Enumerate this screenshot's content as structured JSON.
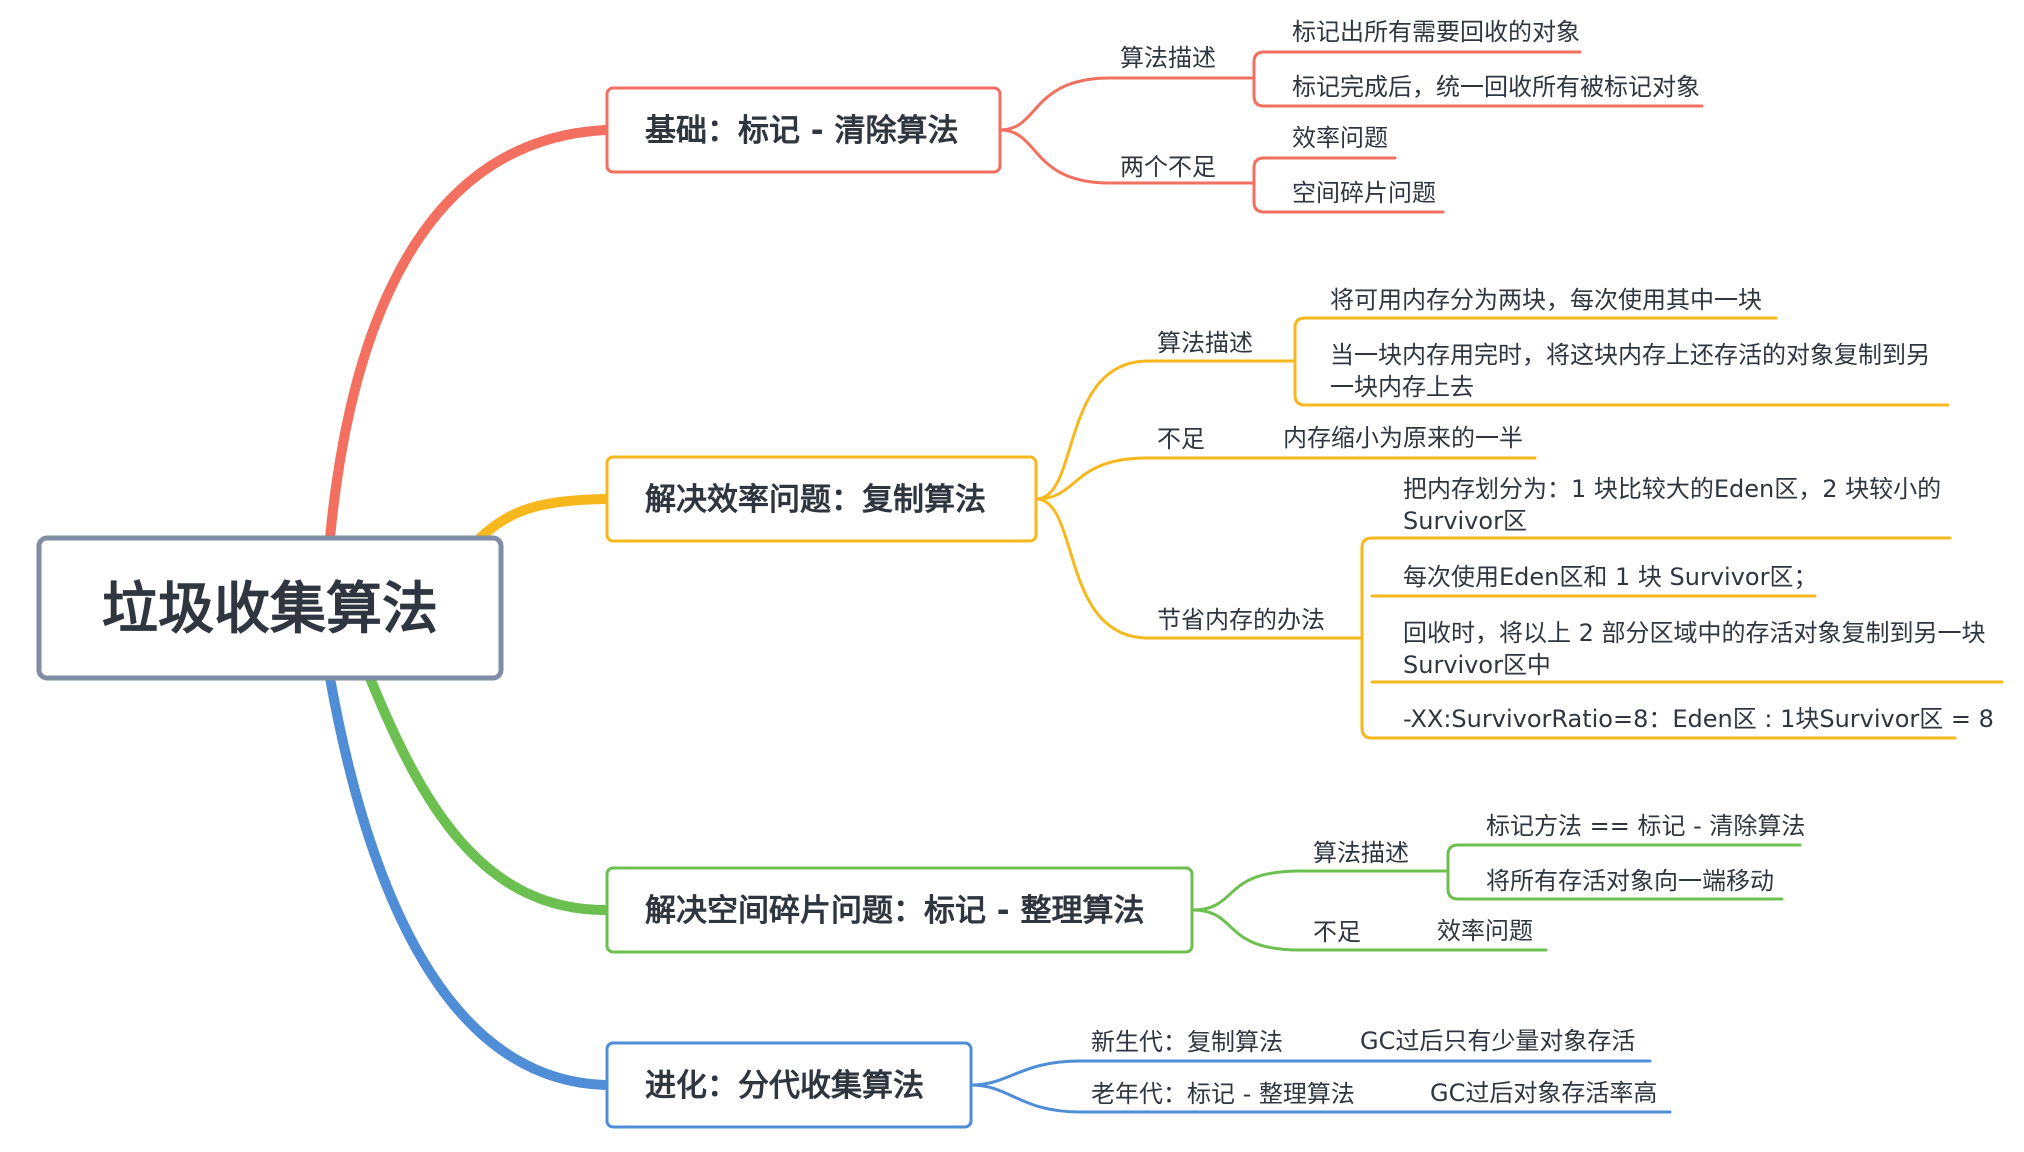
{
  "colors": {
    "red": "#f36f5f",
    "yellow": "#f7b81d",
    "green": "#6cc050",
    "blue": "#4f8dd7",
    "root_border": "#7f8ea3",
    "text": "#2f3640"
  },
  "root": {
    "label": "垃圾收集算法"
  },
  "branches": [
    {
      "label": "基础：标记 - 清除算法",
      "subs": [
        {
          "label": "算法描述",
          "leaves": [
            "标记出所有需要回收的对象",
            "标记完成后，统一回收所有被标记对象"
          ]
        },
        {
          "label": "两个不足",
          "leaves": [
            "效率问题",
            "空间碎片问题"
          ]
        }
      ]
    },
    {
      "label": "解决效率问题：复制算法",
      "subs": [
        {
          "label": "算法描述",
          "leaves": [
            "将可用内存分为两块，每次使用其中一块",
            "当一块内存用完时，将这块内存上还存活的对象复制到另|一块内存上去"
          ]
        },
        {
          "label": "不足",
          "leaves": [
            "内存缩小为原来的一半"
          ]
        },
        {
          "label": "节省内存的办法",
          "leaves": [
            "把内存划分为：1 块比较大的Eden区，2 块较小的|Survivor区",
            "每次使用Eden区和 1 块 Survivor区；",
            "回收时，将以上 2 部分区域中的存活对象复制到另一块|Survivor区中",
            "-XX:SurvivorRatio=8：Eden区 : 1块Survivor区 = 8"
          ]
        }
      ]
    },
    {
      "label": "解决空间碎片问题：标记 - 整理算法",
      "subs": [
        {
          "label": "算法描述",
          "leaves": [
            "标记方法 == 标记 - 清除算法",
            "将所有存活对象向一端移动"
          ]
        },
        {
          "label": "不足",
          "leaves": [
            "效率问题"
          ]
        }
      ]
    },
    {
      "label": "进化：分代收集算法",
      "subs": [
        {
          "label": "新生代：复制算法",
          "leaves": [
            "GC过后只有少量对象存活"
          ]
        },
        {
          "label": "老年代：标记 - 整理算法",
          "leaves": [
            "GC过后对象存活率高"
          ]
        }
      ]
    }
  ]
}
